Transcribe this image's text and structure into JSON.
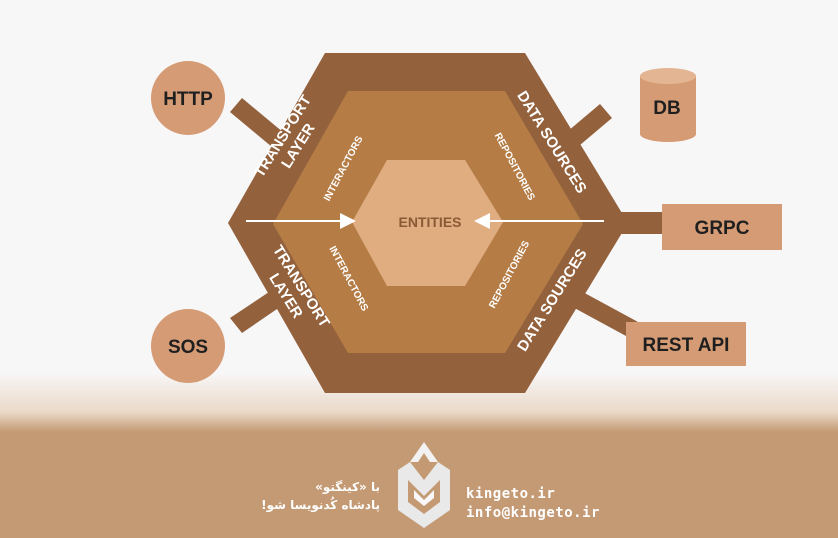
{
  "diagram": {
    "center": "ENTITIES",
    "layers": {
      "transport_top": [
        "TRANSPORT",
        "LAYER"
      ],
      "transport_bottom": [
        "TRANSPORT",
        "LAYER"
      ],
      "data_top": [
        "DATA SOURCES"
      ],
      "data_bottom": [
        "DATA SOURCES"
      ]
    },
    "ring": {
      "interactors_top": "INTERACTORS",
      "interactors_bottom": "INTERACTORS",
      "repositories_top": "REPOSITORIES",
      "repositories_bottom": "REPOSITORIES"
    },
    "external": {
      "http": "HTTP",
      "sos": "SOS",
      "db": "DB",
      "grpc": "GRPC",
      "rest": "REST API"
    }
  },
  "footer": {
    "slogan_line1": "با «کینگتو»",
    "slogan_line2": "پادشاه کُدنویسا شو!",
    "site": "kingeto.ir",
    "email": "info@kingeto.ir"
  },
  "colors": {
    "outer_hex": "#93613c",
    "middle_hex": "#b57c45",
    "inner_hex": "#dfad80",
    "connector": "#93613c",
    "node": "#d59b74",
    "footer": "#c49a74"
  }
}
